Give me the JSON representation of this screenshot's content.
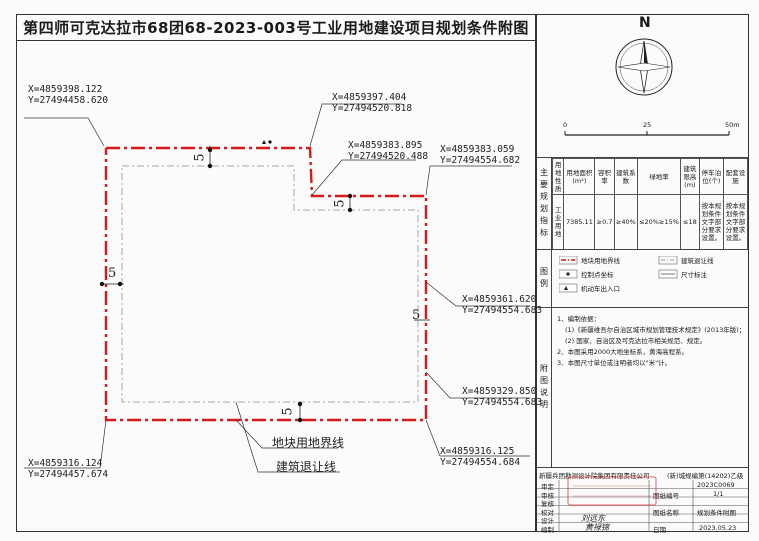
{
  "title": "第四师可克达拉市68团68-2023-003号工业用地建设项目规划条件附图",
  "compass": {
    "north_letter": "N"
  },
  "scale_bar": {
    "labels": [
      "0",
      "25",
      "50m"
    ]
  },
  "coordinates": [
    {
      "x": "X=4859398.122",
      "y": "Y=27494458.620"
    },
    {
      "x": "X=4859397.404",
      "y": "Y=27494520.818"
    },
    {
      "x": "X=4859383.895",
      "y": "Y=27494520.488"
    },
    {
      "x": "X=4859383.059",
      "y": "Y=27494554.682"
    },
    {
      "x": "X=4859361.620",
      "y": "Y=27494554.683"
    },
    {
      "x": "X=4859329.850",
      "y": "Y=27494554.683"
    },
    {
      "x": "X=4859316.125",
      "y": "Y=27494554.684"
    },
    {
      "x": "X=4859316.124",
      "y": "Y=27494457.674"
    }
  ],
  "setback_marks": [
    "5",
    "5",
    "5",
    "5",
    "5"
  ],
  "drawing_labels": {
    "boundary": "地块用地界线",
    "setback": "建筑退让线"
  },
  "indicators": {
    "section_label": "主要规划指标",
    "headers": [
      "用地性质",
      "用地面积(m²)",
      "容积率",
      "建筑系数",
      "绿地率",
      "建筑限高(m)",
      "停车泊位(个)",
      "配套设施"
    ],
    "row": [
      "工业用地",
      "7385.11",
      "≥0.7",
      "≥40%",
      "≤20%≥15%",
      "≤18",
      "按本规划条件文字部分要求设置。",
      "按本规划条件文字部分要求设置。"
    ]
  },
  "legend": {
    "section_label": "图例",
    "items": [
      "地块用地界线",
      "建筑退让线",
      "控制点坐标",
      "尺寸标注",
      "机动车出入口"
    ]
  },
  "notes": {
    "section_label": "附图说明",
    "lines": [
      "1、编制依据：",
      "(1)《新疆维吾尔自治区城市规划管理技术规定》(2013年版)；",
      "(2) 国家、自治区及可克达拉市相关规范、规定。",
      "2、本图采用2000大地坐标系，黄海高程系。",
      "3、本图尺寸单位或注明者均以\"米\"计。"
    ]
  },
  "title_block": {
    "org": "新疆兵团勘测设计院集团有限责任公司",
    "cert": "(新)城规编第(14202)乙级",
    "rows": [
      {
        "label": "审定",
        "value": "",
        "side_label": "",
        "side_value": "2023C0069"
      },
      {
        "label": "审核",
        "value": "",
        "side_label": "图纸编号",
        "side_value": "1/1"
      },
      {
        "label": "复核",
        "value": "",
        "side_label": "",
        "side_value": ""
      },
      {
        "label": "校对",
        "value": "",
        "side_label": "图纸名称",
        "side_value": "规划条件附图"
      },
      {
        "label": "设计",
        "value": "刘远东",
        "side_label": "",
        "side_value": ""
      },
      {
        "label": "编制",
        "value": "黄禄锦",
        "side_label": "日期",
        "side_value": "2023.05.23"
      }
    ]
  }
}
